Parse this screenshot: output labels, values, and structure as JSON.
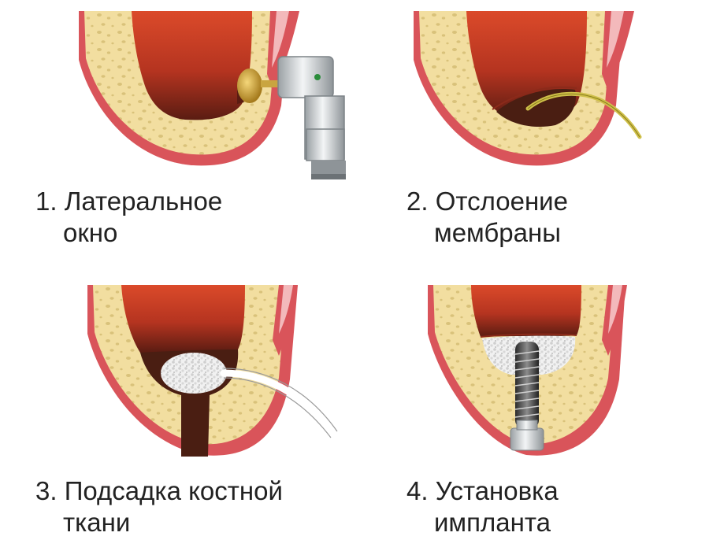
{
  "steps": [
    {
      "number": "1.",
      "line1": "Латеральное",
      "line2": "окно"
    },
    {
      "number": "2.",
      "line1": "Отслоение",
      "line2": "мембраны"
    },
    {
      "number": "3.",
      "line1": "Подсадка костной",
      "line2": "ткани"
    },
    {
      "number": "4.",
      "line1": "Установка",
      "line2": "импланта"
    }
  ],
  "colors": {
    "bone": "#f2dea0",
    "bone_pore": "#d9c27a",
    "gum": "#d9545a",
    "gum_light": "#f3b9bb",
    "sinus_top": "#d8452a",
    "sinus_bottom": "#5a1c12",
    "cavity": "#4a1e12",
    "graft": "#eeeeee",
    "metal": "#c9cdd0",
    "instrument_yellow": "#cfc04a"
  }
}
